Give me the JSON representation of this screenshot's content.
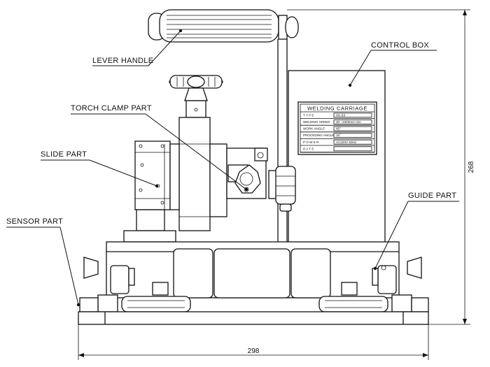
{
  "labels": {
    "lever_handle": "LEVER HANDLE",
    "control_box": "CONTROL BOX",
    "torch_clamp": "TORCH CLAMP PART",
    "slide": "SLIDE PART",
    "guide": "GUIDE PART",
    "sensor": "SENSOR PART"
  },
  "dimensions": {
    "height": "268",
    "width": "298"
  },
  "nameplate": {
    "title": "WELDING CARRIAGE",
    "rows": [
      {
        "label": "T Y P E",
        "value": "HK-53"
      },
      {
        "label": "WELDING SPEED",
        "value": "30 ~1000mm min"
      },
      {
        "label": "WORK ANGLE",
        "value": "45°"
      },
      {
        "label": "PROCEDING ANGLE",
        "value": "15°"
      },
      {
        "label": "P O W E R",
        "value": "AC220V 50Hz"
      },
      {
        "label": "D A T E",
        "value": ""
      }
    ]
  }
}
